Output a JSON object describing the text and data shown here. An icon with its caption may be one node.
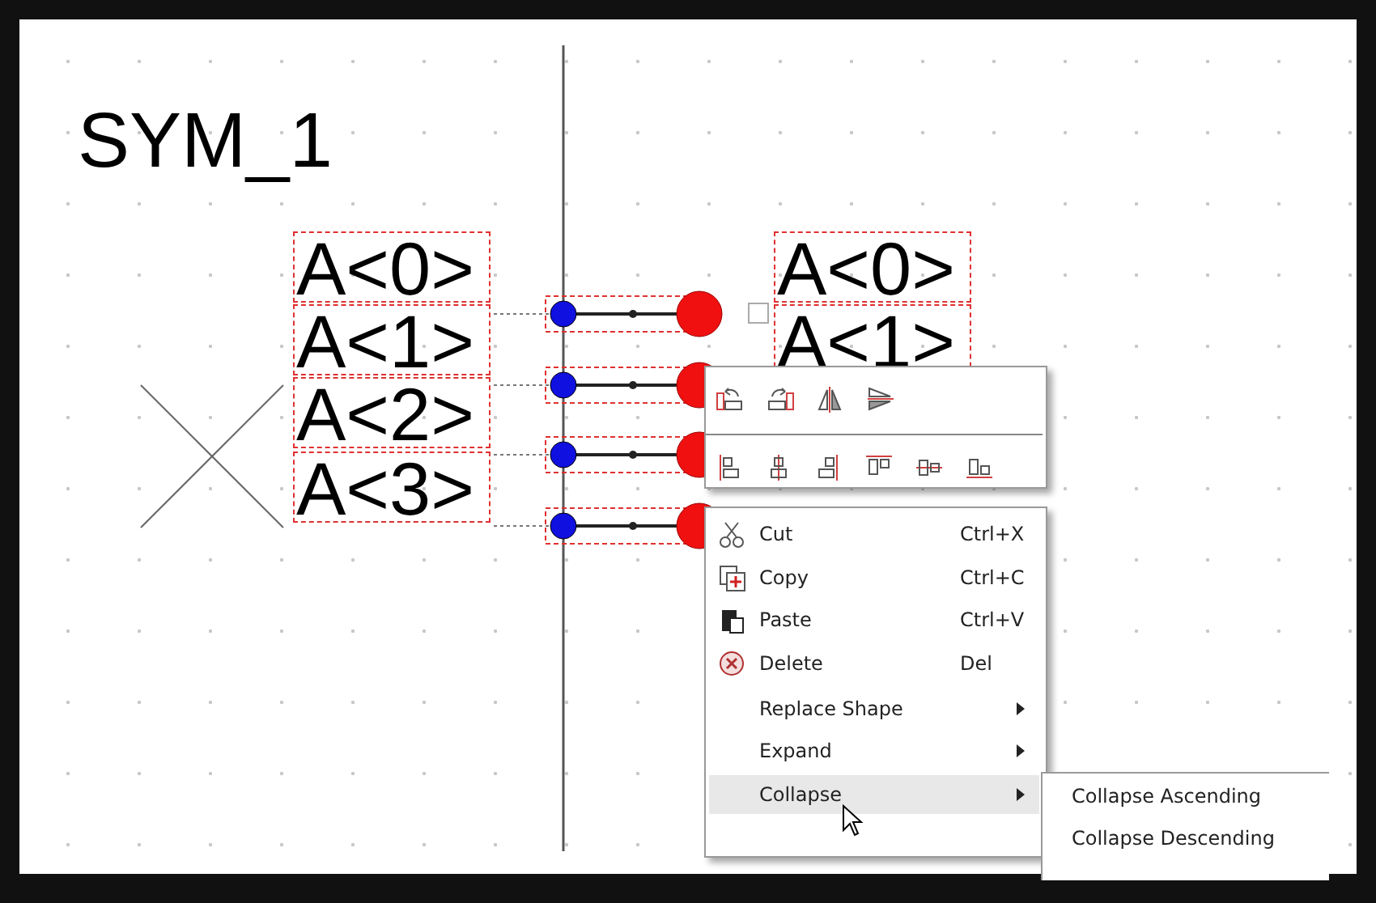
{
  "diagram": {
    "labels": [
      "SYM_1",
      "A<0>",
      "A<1>",
      "A<2>",
      "A<3>",
      "A<0>",
      "A<1>",
      "Cut",
      "Ctrl+X",
      "Copy",
      "Ctrl+C",
      "Paste",
      "Ctrl+V",
      "Delete",
      "Del",
      "Replace Shape",
      "Expand",
      "Collapse",
      "Collapse Ascending",
      "Collapse Descending"
    ]
  }
}
